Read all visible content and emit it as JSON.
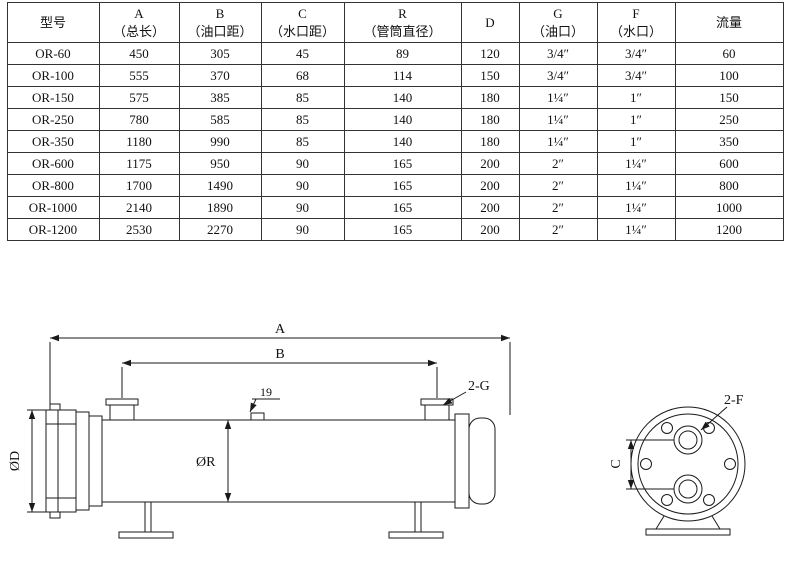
{
  "table": {
    "headers": [
      {
        "line1": "型号",
        "line2": ""
      },
      {
        "line1": "A",
        "line2": "（总长）"
      },
      {
        "line1": "B",
        "line2": "（油口距）"
      },
      {
        "line1": "C",
        "line2": "（水口距）"
      },
      {
        "line1": "R",
        "line2": "（管筒直径）"
      },
      {
        "line1": "D",
        "line2": ""
      },
      {
        "line1": "G",
        "line2": "（油口）"
      },
      {
        "line1": "F",
        "line2": "（水口）"
      },
      {
        "line1": "流量",
        "line2": ""
      }
    ],
    "rows": [
      [
        "OR-60",
        "450",
        "305",
        "45",
        "89",
        "120",
        "3/4″",
        "3/4″",
        "60"
      ],
      [
        "OR-100",
        "555",
        "370",
        "68",
        "114",
        "150",
        "3/4″",
        "3/4″",
        "100"
      ],
      [
        "OR-150",
        "575",
        "385",
        "85",
        "140",
        "180",
        "1¼″",
        "1″",
        "150"
      ],
      [
        "OR-250",
        "780",
        "585",
        "85",
        "140",
        "180",
        "1¼″",
        "1″",
        "250"
      ],
      [
        "OR-350",
        "1180",
        "990",
        "85",
        "140",
        "180",
        "1¼″",
        "1″",
        "350"
      ],
      [
        "OR-600",
        "1175",
        "950",
        "90",
        "165",
        "200",
        "2″",
        "1¼″",
        "600"
      ],
      [
        "OR-800",
        "1700",
        "1490",
        "90",
        "165",
        "200",
        "2″",
        "1¼″",
        "800"
      ],
      [
        "OR-1000",
        "2140",
        "1890",
        "90",
        "165",
        "200",
        "2″",
        "1¼″",
        "1000"
      ],
      [
        "OR-1200",
        "2530",
        "2270",
        "90",
        "165",
        "200",
        "2″",
        "1¼″",
        "1200"
      ]
    ]
  },
  "drawing": {
    "dim_a": "A",
    "dim_b": "B",
    "dim_19": "19",
    "label_2g": "2-G",
    "label_od": "ØD",
    "label_or": "ØR",
    "label_2f": "2-F",
    "dim_c": "C"
  },
  "colors": {
    "line": "#1a1a1a",
    "border": "#333333",
    "background": "#ffffff"
  }
}
